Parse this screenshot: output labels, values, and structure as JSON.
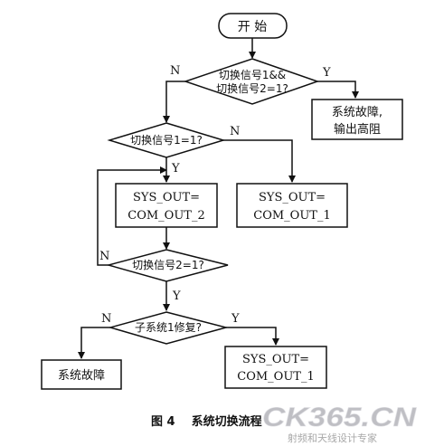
{
  "diagram": {
    "start": "开  始",
    "d1_line1": "切换信号1&&",
    "d1_line2": "切换信号2=1?",
    "fault_top_line1": "系统故障,",
    "fault_top_line2": "输出高阻",
    "d2": "切换信号1=1?",
    "box_left_line1": "SYS_OUT=",
    "box_left_line2": "COM_OUT_2",
    "box_right_line1": "SYS_OUT=",
    "box_right_line2": "COM_OUT_1",
    "d3": "切换信号2=1?",
    "d4": "子系统1修复?",
    "fault_bottom": "系统故障",
    "box_bottom_line1": "SYS_OUT=",
    "box_bottom_line2": "COM_OUT_1",
    "yes": "Y",
    "no": "N"
  },
  "caption": "图 4    系统切换流程",
  "watermark": {
    "logo_text": "CK365.CN",
    "tagline": "射频和天线设计专家"
  }
}
